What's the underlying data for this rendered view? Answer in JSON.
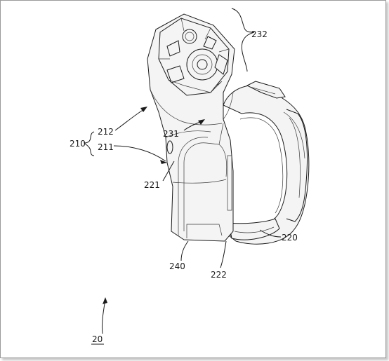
{
  "figure": {
    "labels": {
      "l232": "232",
      "l210": "210",
      "l212": "212",
      "l211": "211",
      "l231": "231",
      "l221": "221",
      "l220": "220",
      "l240": "240",
      "l222": "222",
      "l20": "20"
    }
  }
}
